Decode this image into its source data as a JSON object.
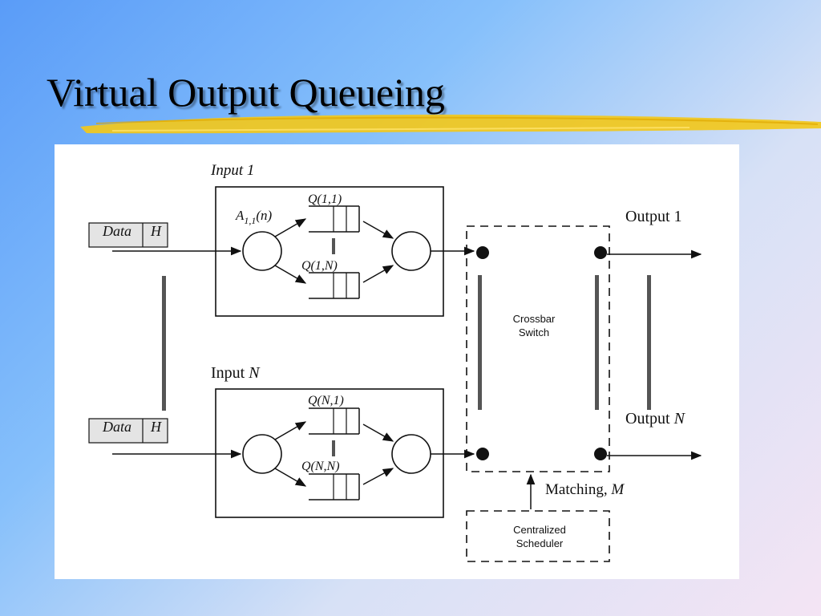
{
  "slide": {
    "title": "Virtual Output Queueing"
  },
  "diagram": {
    "input_1_label": "Input 1",
    "input_n_label_prefix": "Input ",
    "input_n_label_var": "N",
    "arrival_label_base": "A",
    "arrival_label_sub": "1,1",
    "arrival_label_arg": "(n)",
    "queue_1_1": "Q(1,1)",
    "queue_1_n": "Q(1,N)",
    "queue_n_1": "Q(N,1)",
    "queue_n_n": "Q(N,N)",
    "packet_data": "Data",
    "packet_header": "H",
    "crossbar_line1": "Crossbar",
    "crossbar_line2": "Switch",
    "output_1_label": "Output 1",
    "output_n_label_prefix": "Output ",
    "output_n_label_var": "N",
    "matching_label_prefix": "Matching, ",
    "matching_label_var": "M",
    "scheduler_line1": "Centralized",
    "scheduler_line2": "Scheduler"
  },
  "colors": {
    "background_start": "#5a9cf8",
    "background_end": "#f4e4f4",
    "stroke_highlight": "#f2c81c",
    "packet_fill": "#e4e4e4"
  }
}
